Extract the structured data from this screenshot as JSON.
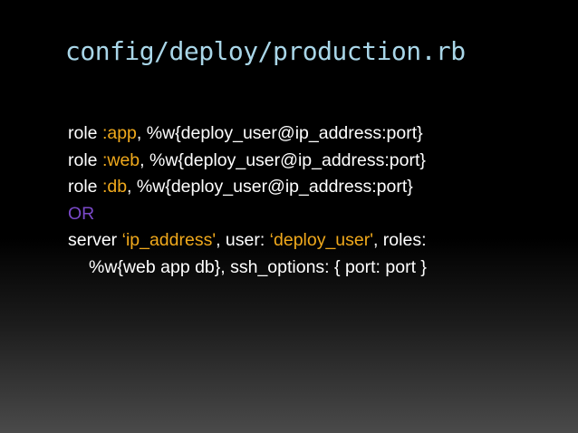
{
  "slide": {
    "title": "config/deploy/production.rb",
    "lines": [
      {
        "a": "role ",
        "b": ":app",
        "c": ", %w{deploy_user@ip_address:port}"
      },
      {
        "a": "role ",
        "b": ":web",
        "c": ", %w{deploy_user@ip_address:port}"
      },
      {
        "a": "role ",
        "b": ":db",
        "c": ",  %w{deploy_user@ip_address:port}"
      }
    ],
    "or_text": "OR",
    "server_line": {
      "p1": "server ",
      "s1": "‘ip_address'",
      "p2": ", user: ",
      "s2": "‘deploy_user'",
      "p3": ", roles:"
    },
    "server_line2": "%w{web app db}, ssh_options: { port: port }"
  },
  "colors": {
    "title": "#a9d6e8",
    "text": "#ffffff",
    "symbol": "#f0a91c",
    "or": "#7a49c9"
  }
}
